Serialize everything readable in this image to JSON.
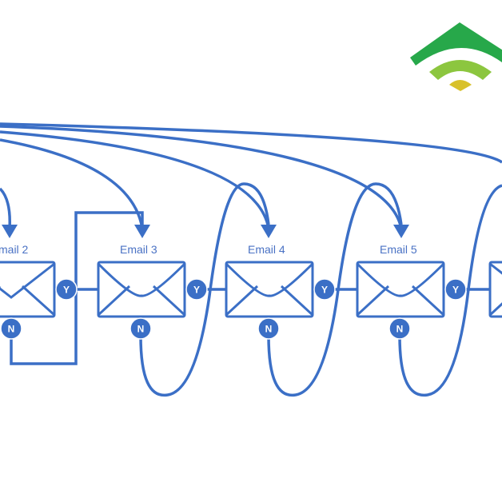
{
  "colors": {
    "flow": "#3b6fc6",
    "label": "#4a72c4",
    "logo_outer": "#27a84a",
    "logo_middle": "#8cc63f",
    "logo_dot": "#d8c12b"
  },
  "logo": {
    "icon": "wifi-signal-icon"
  },
  "emails": [
    {
      "label": "mail 2"
    },
    {
      "label": "Email 3"
    },
    {
      "label": "Email 4"
    },
    {
      "label": "Email 5"
    }
  ],
  "badges": {
    "yes": "Y",
    "no": "N"
  }
}
